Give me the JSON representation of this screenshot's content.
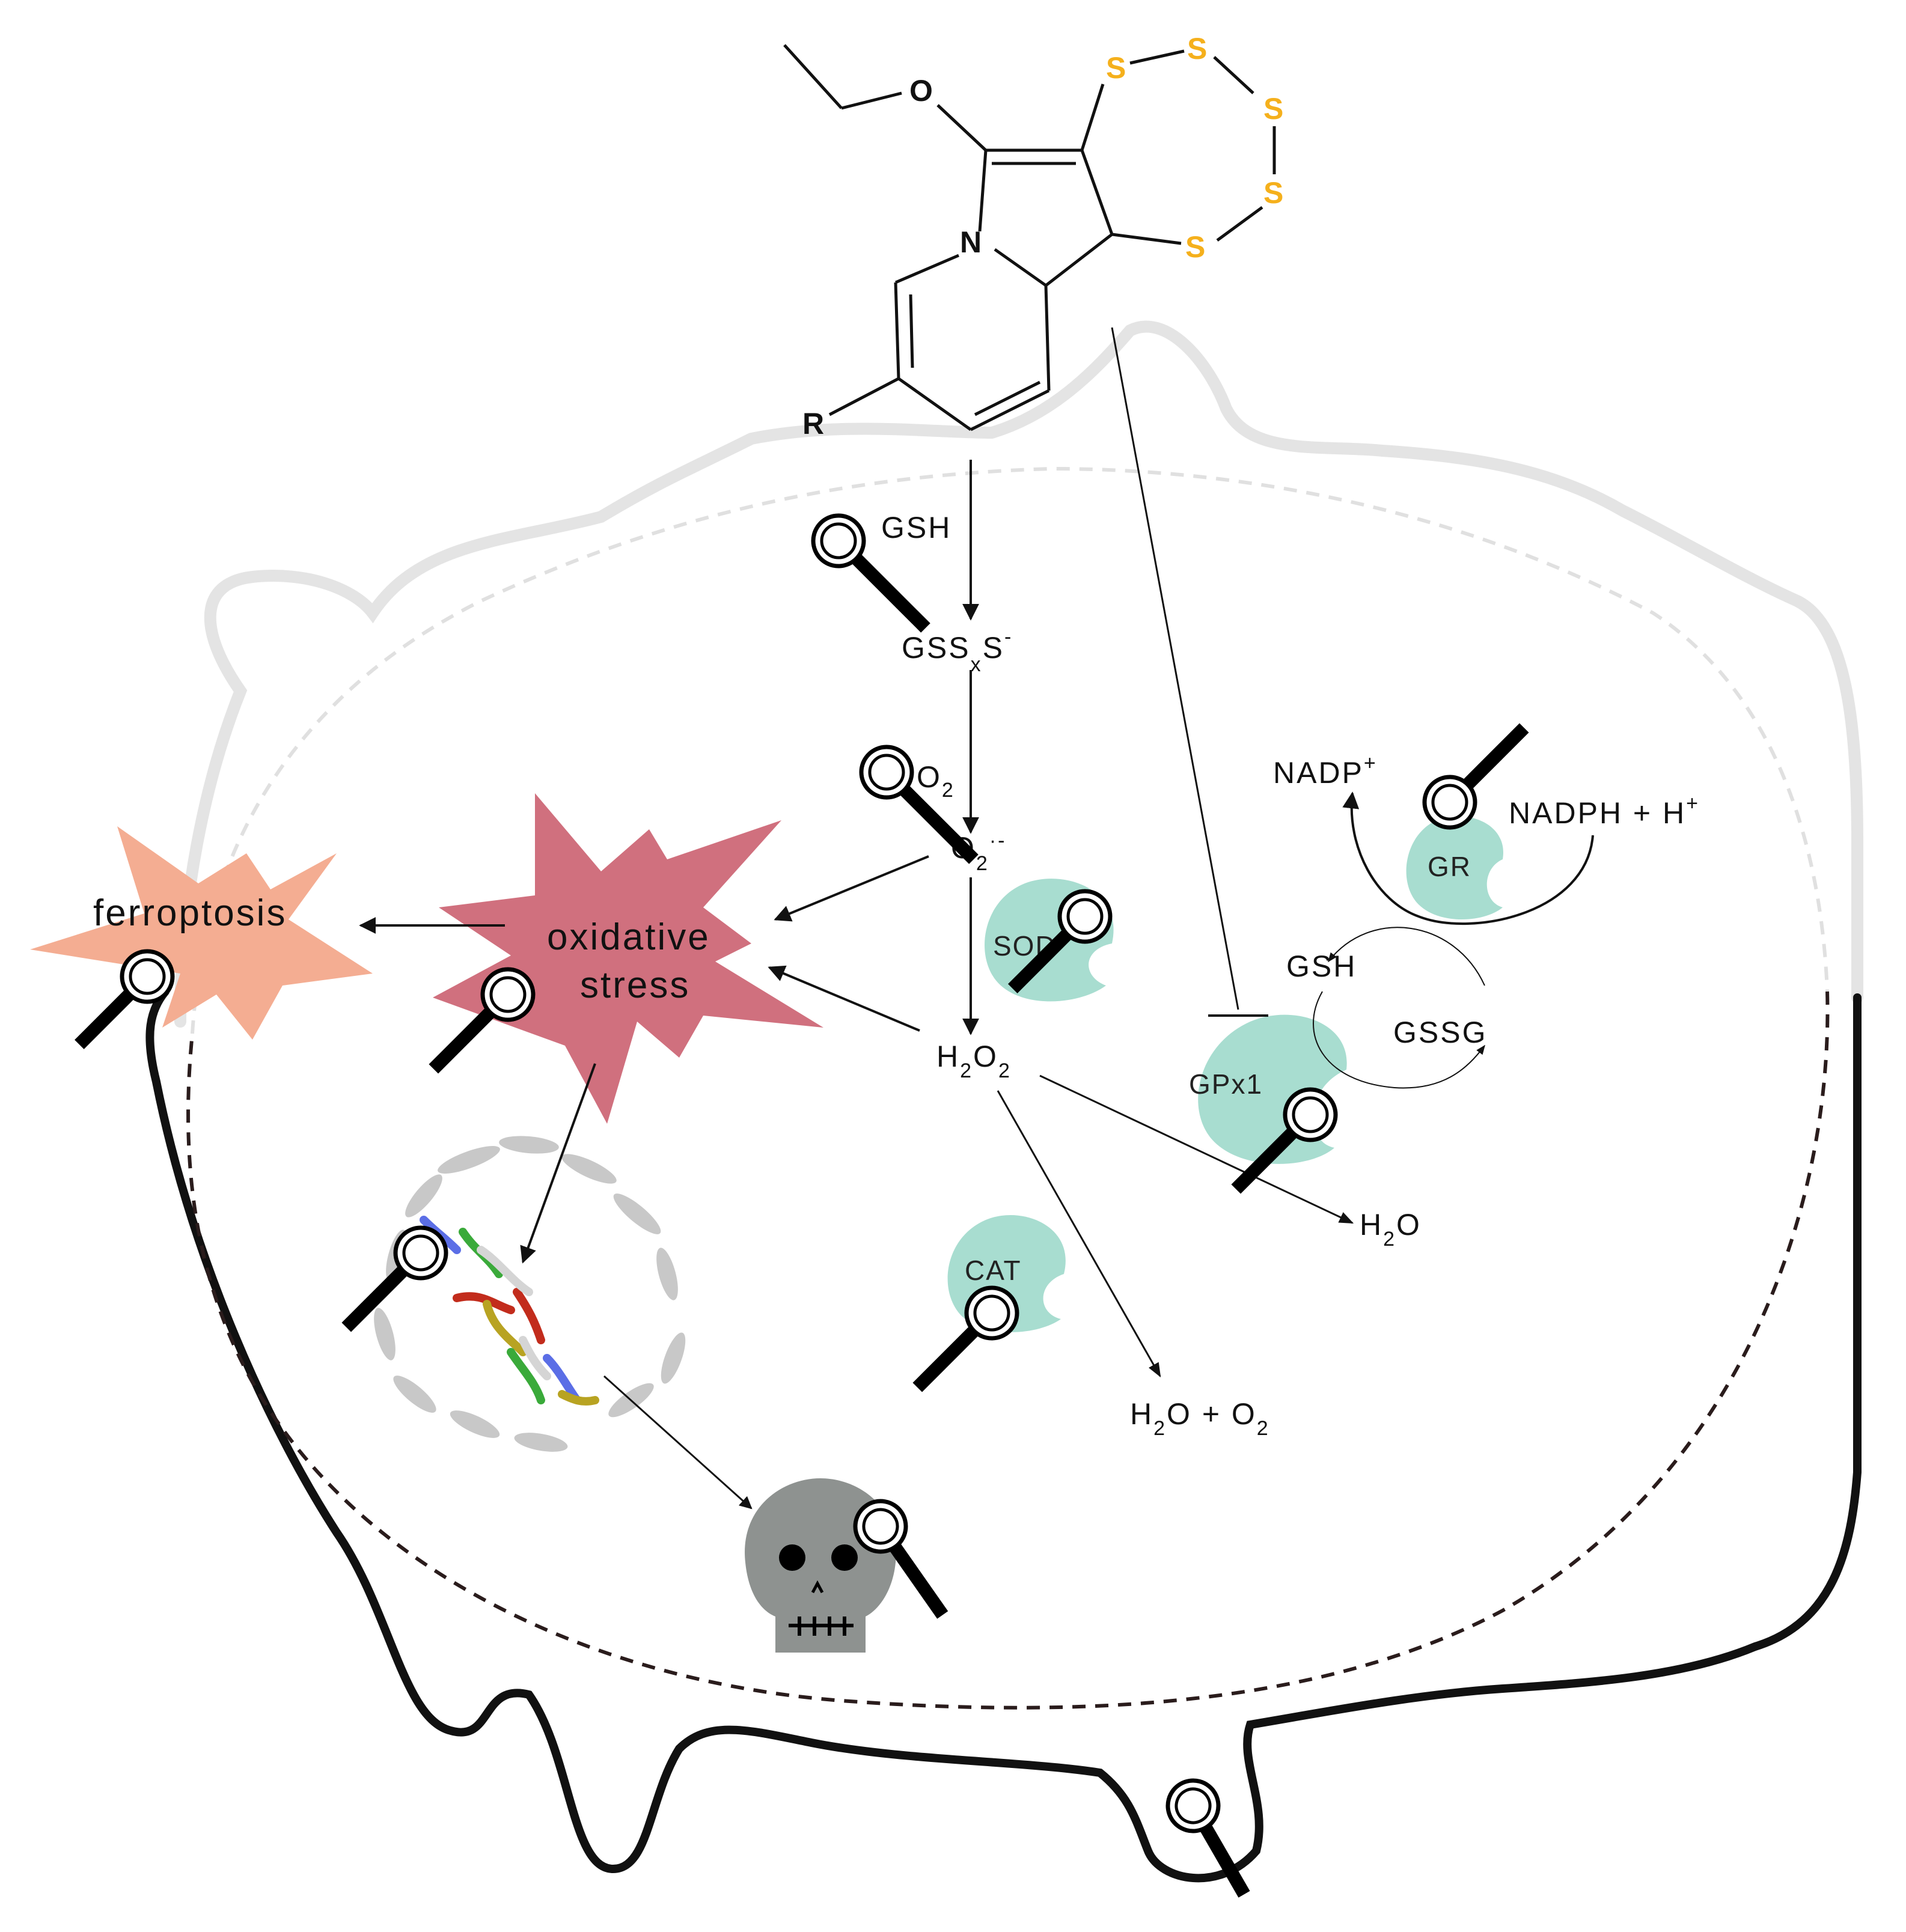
{
  "colors": {
    "sulfur": "#f5b01c",
    "enzyme": "#a8ddd0",
    "oxidative_stress": "#d0707e",
    "ferroptosis": "#f4ad92",
    "skull": "#8e9290",
    "membrane_light": "#e4e4e4",
    "membrane_dark": "#111111",
    "nucleus_dash": "#bdbdbd"
  },
  "molecule": {
    "atoms": {
      "oxygen": "O",
      "nitrogen": "N",
      "r_group": "R",
      "sulfur": "S"
    }
  },
  "metabolites": {
    "gsh_top": "GSH",
    "gss_base": "GSS",
    "gss_sub": "x",
    "gss_tail": "S",
    "gss_charge": "-",
    "o2_base": "O",
    "o2_sub": "2",
    "superoxide_base": "O",
    "superoxide_sub": "2",
    "superoxide_charge": "·-",
    "h2o2_h": "H",
    "h2o2_sub1": "2",
    "h2o2_o": "O",
    "h2o2_sub2": "2",
    "water_h": "H",
    "water_sub": "2",
    "water_o": "O",
    "cat_products_h": "H",
    "cat_products_sub1": "2",
    "cat_products_o": "O + O",
    "cat_products_sub2": "2",
    "nadp": "NADP",
    "nadp_charge": "+",
    "nadph": "NADPH + H",
    "nadph_charge": "+",
    "gsh_cycle": "GSH",
    "gssg": "GSSG"
  },
  "enzymes": {
    "sod": "SOD",
    "cat": "CAT",
    "gpx1": "GPx1",
    "gr": "GR"
  },
  "outcomes": {
    "oxidative_stress_line1": "oxidative",
    "oxidative_stress_line2": "stress",
    "ferroptosis": "ferroptosis"
  }
}
